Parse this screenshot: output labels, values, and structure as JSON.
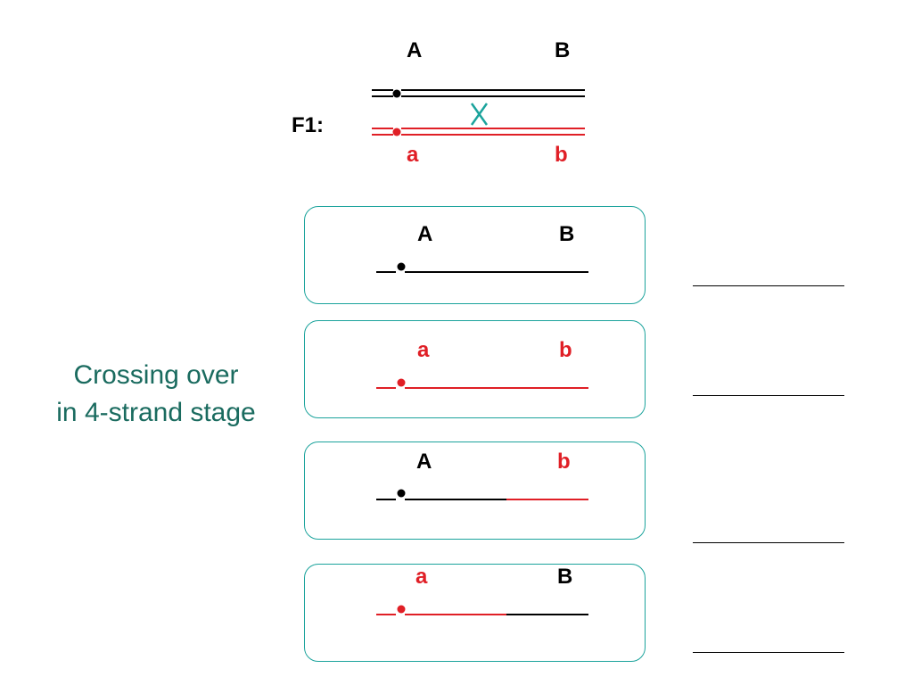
{
  "f1": {
    "label": "F1:",
    "top_labels": [
      "A",
      "B"
    ],
    "bottom_labels": [
      "a",
      "b"
    ],
    "crossover_mark": "X"
  },
  "side_text": {
    "line1": "Crossing over",
    "line2": "in 4-strand stage"
  },
  "products": [
    {
      "left_label": "A",
      "right_label": "B",
      "left_color": "black",
      "right_color": "black"
    },
    {
      "left_label": "a",
      "right_label": "b",
      "left_color": "red",
      "right_color": "red"
    },
    {
      "left_label": "A",
      "right_label": "b",
      "left_color": "black",
      "right_color": "red"
    },
    {
      "left_label": "a",
      "right_label": "B",
      "left_color": "red",
      "right_color": "black"
    }
  ],
  "colors": {
    "black": "#000000",
    "red": "#e01f26",
    "teal": "#1ba39c",
    "text_teal": "#1a6b5f"
  }
}
